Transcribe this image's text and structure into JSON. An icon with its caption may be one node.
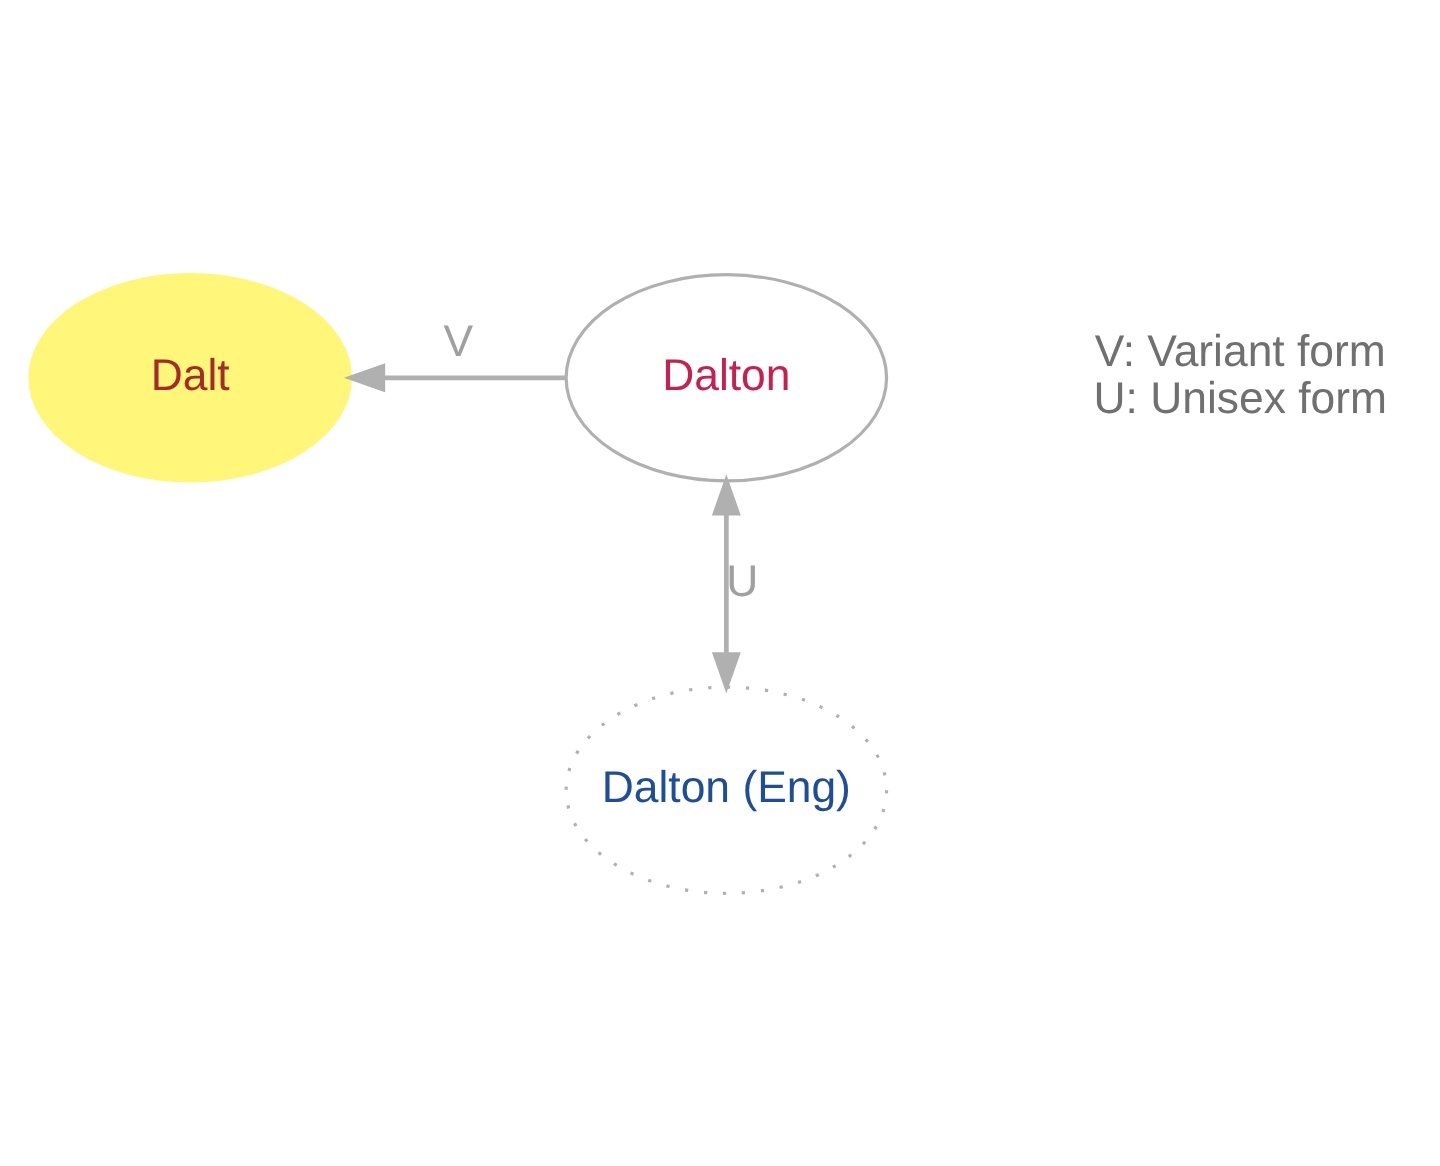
{
  "diagram": {
    "nodes": [
      {
        "text": [
          "Dalt"
        ]
      },
      {
        "text": [
          "Dalton"
        ]
      },
      {
        "text": [
          "Dalton (Eng)"
        ]
      }
    ],
    "edges": [
      {
        "from": 1,
        "to": 0,
        "arrow": "to",
        "label": "V"
      },
      {
        "from": 1,
        "to": 2,
        "arrow": "both",
        "label": "U"
      }
    ],
    "labels": [
      "V: Variant form",
      "U: Unisex form"
    ]
  }
}
